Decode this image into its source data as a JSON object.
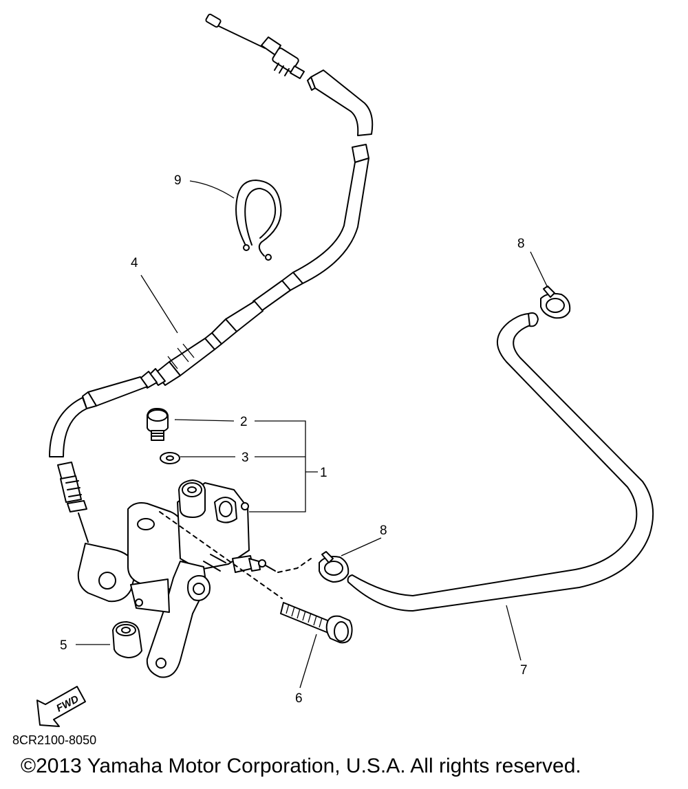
{
  "diagram": {
    "callouts": {
      "c1": "1",
      "c2": "2",
      "c3": "3",
      "c4": "4",
      "c5": "5",
      "c6": "6",
      "c7": "7",
      "c8a": "8",
      "c8b": "8",
      "c9": "9"
    },
    "fwd_label": "FWD",
    "reference_code": "8CR2100-8050",
    "copyright": "©2013 Yamaha Motor Corporation, U.S.A. All rights reserved."
  }
}
